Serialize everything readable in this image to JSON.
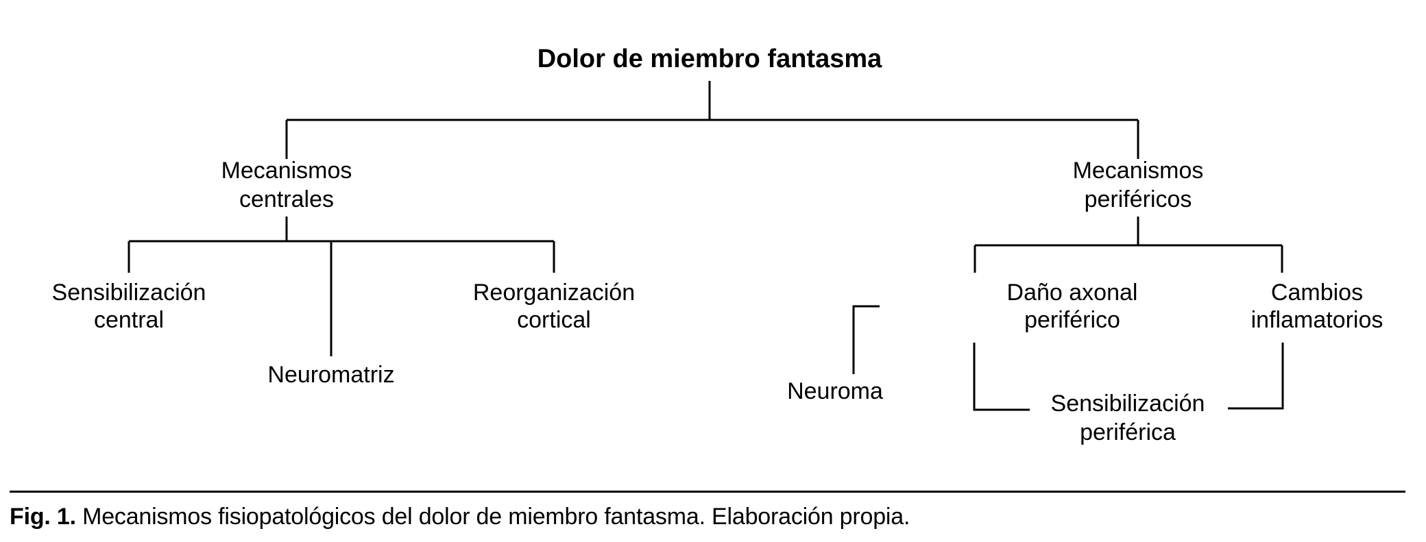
{
  "figure": {
    "type": "tree-diagram",
    "root": {
      "id": "root",
      "label": "Dolor de miembro fantasma",
      "bold": true
    },
    "branches": [
      {
        "id": "mecanismos-centrales",
        "label_line1": "Mecanismos",
        "label_line2": "centrales",
        "children": [
          {
            "id": "sensibilizacion-central",
            "label_line1": "Sensibilización",
            "label_line2": "central"
          },
          {
            "id": "neuromatriz",
            "label_line1": "Neuromatriz",
            "label_line2": ""
          },
          {
            "id": "reorganizacion-cortical",
            "label_line1": "Reorganización",
            "label_line2": "cortical"
          }
        ]
      },
      {
        "id": "mecanismos-perifericos",
        "label_line1": "Mecanismos",
        "label_line2": "periféricos",
        "children": [
          {
            "id": "dano-axonal-periferico",
            "label_line1": "Daño axonal",
            "label_line2": "periférico"
          },
          {
            "id": "cambios-inflamatorios",
            "label_line1": "Cambios",
            "label_line2": "inflamatorios"
          }
        ],
        "grandchildren": [
          {
            "id": "neuroma",
            "label_line1": "Neuroma",
            "label_line2": "",
            "parent": "dano-axonal-periferico"
          },
          {
            "id": "sensibilizacion-periferica",
            "label_line1": "Sensibilización",
            "label_line2": "periférica",
            "parent": "dano-axonal-periferico"
          }
        ]
      }
    ]
  },
  "caption": {
    "prefix": "Fig. 1.",
    "text": " Mecanismos fisiopatológicos del dolor de miembro fantasma. Elaboración propia."
  },
  "colors": {
    "line": "#000000",
    "text": "#000000",
    "background": "#ffffff"
  }
}
